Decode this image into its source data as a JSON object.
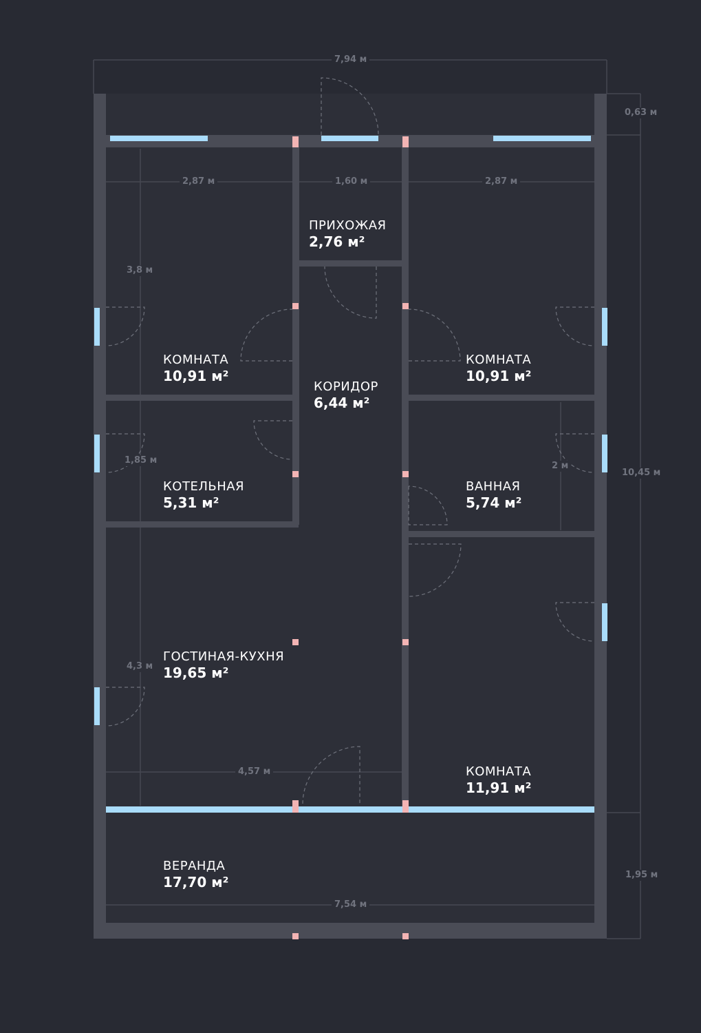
{
  "colors": {
    "background": "#282a33",
    "floor": "#2d2f38",
    "wall": "#4a4c56",
    "window": "#a9dcfb",
    "column": "#f3b4b4",
    "dimension": "#70737e",
    "text": "#ffffff"
  },
  "rooms": [
    {
      "name": "ПРИХОЖАЯ",
      "area": "2,76 м²"
    },
    {
      "name": "КОМНАТА",
      "area": "10,91 м²"
    },
    {
      "name": "КОРИДОР",
      "area": "6,44 м²"
    },
    {
      "name": "КОМНАТА",
      "area": "10,91 м²"
    },
    {
      "name": "КОТЕЛЬНАЯ",
      "area": "5,31 м²"
    },
    {
      "name": "ВАННАЯ",
      "area": "5,74 м²"
    },
    {
      "name": "ГОСТИНАЯ-КУХНЯ",
      "area": "19,65 м²"
    },
    {
      "name": "КОМНАТА",
      "area": "11,91 м²"
    },
    {
      "name": "ВЕРАНДА",
      "area": "17,70 м²"
    }
  ],
  "dimensions": {
    "total_width": "7,94 м",
    "porch_depth": "0,63 м",
    "left_room_width": "2,87 м",
    "hall_width": "1,60 м",
    "right_room_width": "2,87 м",
    "left_room_height": "3,8 м",
    "boiler_height": "1,85 м",
    "total_height": "10,45 м",
    "bath_height": "2 м",
    "living_height": "4,3 м",
    "living_width": "4,57 м",
    "veranda_depth": "1,95 м",
    "veranda_width": "7,54 м"
  }
}
